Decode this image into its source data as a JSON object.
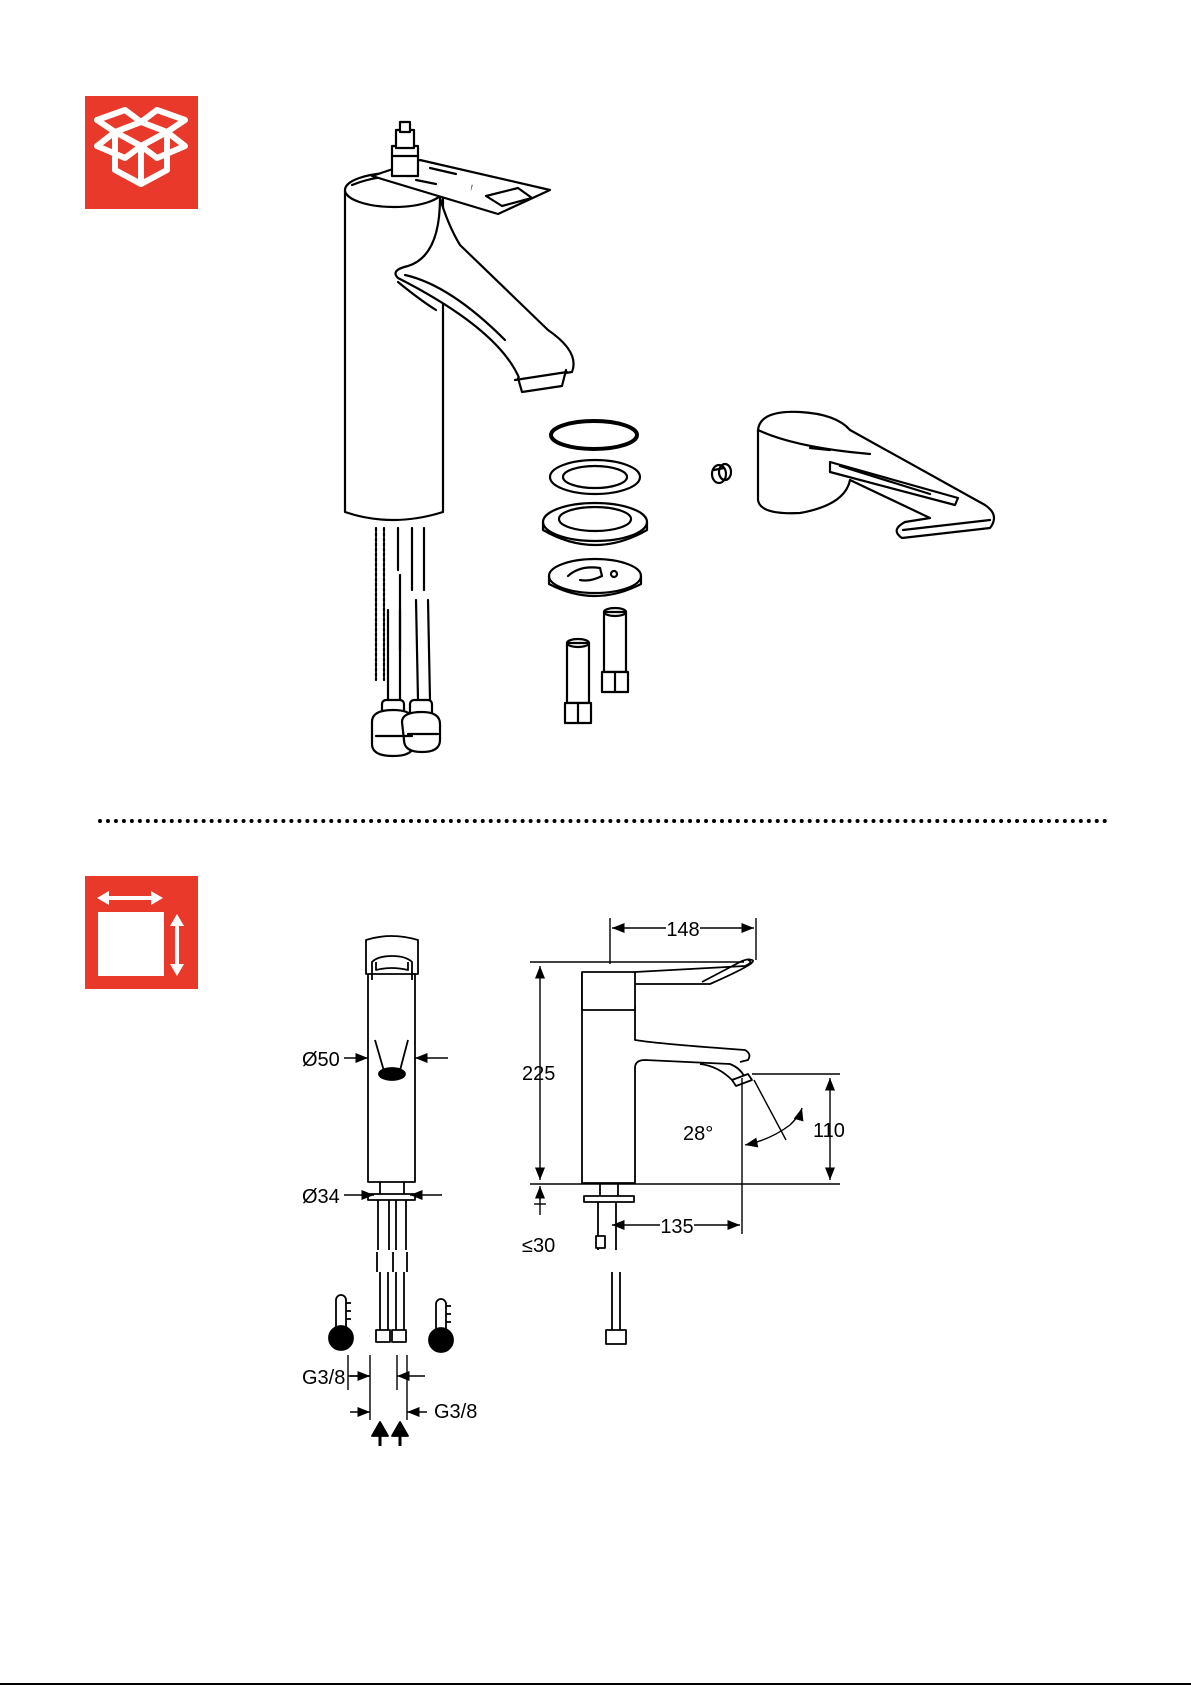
{
  "colors": {
    "badge_red": "#e8392b",
    "line": "#000000"
  },
  "icons": {
    "box_badge": "open-box-icon",
    "dims_badge": "dimensions-icon",
    "hot": "thermometer-hot-icon",
    "cold": "thermometer-cold-icon",
    "flow": "water-flow-up-arrows-icon"
  },
  "dimensions": {
    "body_diameter": "Ø50",
    "shank_diameter": "Ø34",
    "max_deck_thickness": "≤30",
    "height": "225",
    "spout_height": "110",
    "length": "148",
    "projection": "135",
    "spout_angle": "28°",
    "connection_left": "G3/8",
    "connection_right": "G3/8"
  }
}
